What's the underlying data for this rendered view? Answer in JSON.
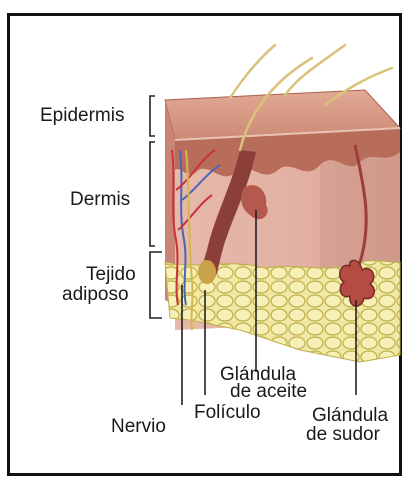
{
  "labels": {
    "epidermis": "Epidermis",
    "dermis": "Dermis",
    "adipose_line1": "Tejido",
    "adipose_line2": "adiposo",
    "oil_gland_line1": "Glándula",
    "oil_gland_line2": "de aceite",
    "nerve": "Nervio",
    "follicle": "Folículo",
    "sweat_gland_line1": "Glándula",
    "sweat_gland_line2": "de sudor"
  },
  "colors": {
    "skin_surface": "#d89a86",
    "epidermis": "#b86c5a",
    "dermis": "#e0b1a4",
    "adipose": "#f1e9a3",
    "adipose_cell_line": "#bfae4c",
    "hair": "#d9c27a",
    "artery": "#c8333a",
    "vein": "#4c63b8",
    "nerve": "#d4b84a",
    "gland": "#9c3e39",
    "bracket": "#222222"
  }
}
